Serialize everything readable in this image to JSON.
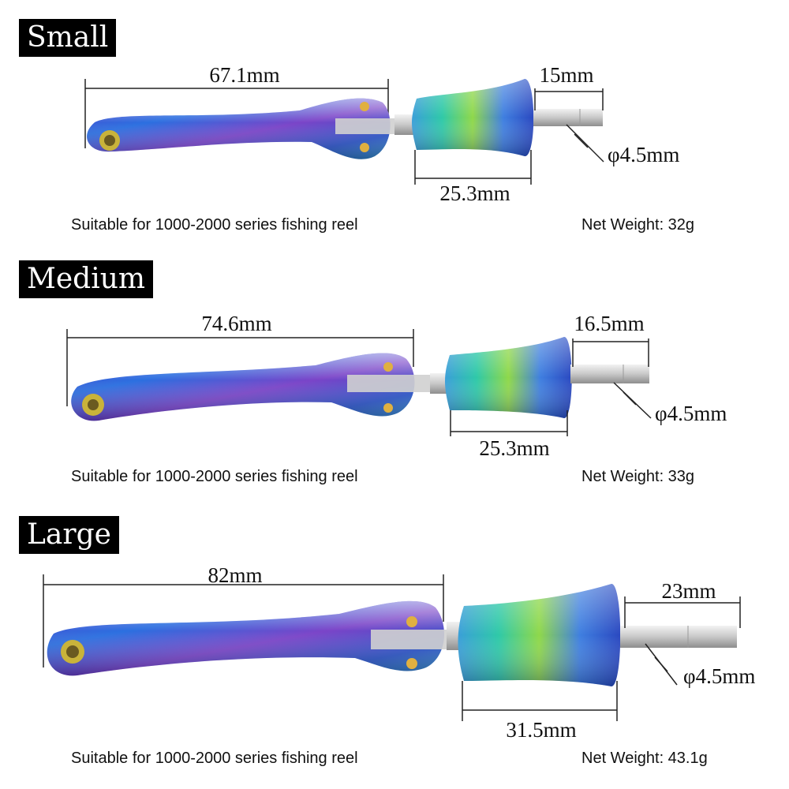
{
  "variants": [
    {
      "size": "Small",
      "arm_length": "67.1mm",
      "knob_length": "25.3mm",
      "shaft_length": "15mm",
      "shaft_diameter": "φ4.5mm",
      "suitability": "Suitable for 1000-2000 series fishing reel",
      "weight": "Net Weight: 32g"
    },
    {
      "size": "Medium",
      "arm_length": "74.6mm",
      "knob_length": "25.3mm",
      "shaft_length": "16.5mm",
      "shaft_diameter": "φ4.5mm",
      "suitability": "Suitable for 1000-2000 series fishing reel",
      "weight": "Net Weight: 33g"
    },
    {
      "size": "Large",
      "arm_length": "82mm",
      "knob_length": "31.5mm",
      "shaft_length": "23mm",
      "shaft_diameter": "φ4.5mm",
      "suitability": "Suitable for 1000-2000 series fishing reel",
      "weight": "Net Weight: 43.1g"
    }
  ],
  "colors": {
    "badge_bg": "#000000",
    "badge_text": "#ffffff",
    "metal_blue": "#2b5fd9",
    "metal_purple": "#8a3fc2",
    "metal_green": "#3fbf8a",
    "metal_gold": "#c9b33a"
  }
}
